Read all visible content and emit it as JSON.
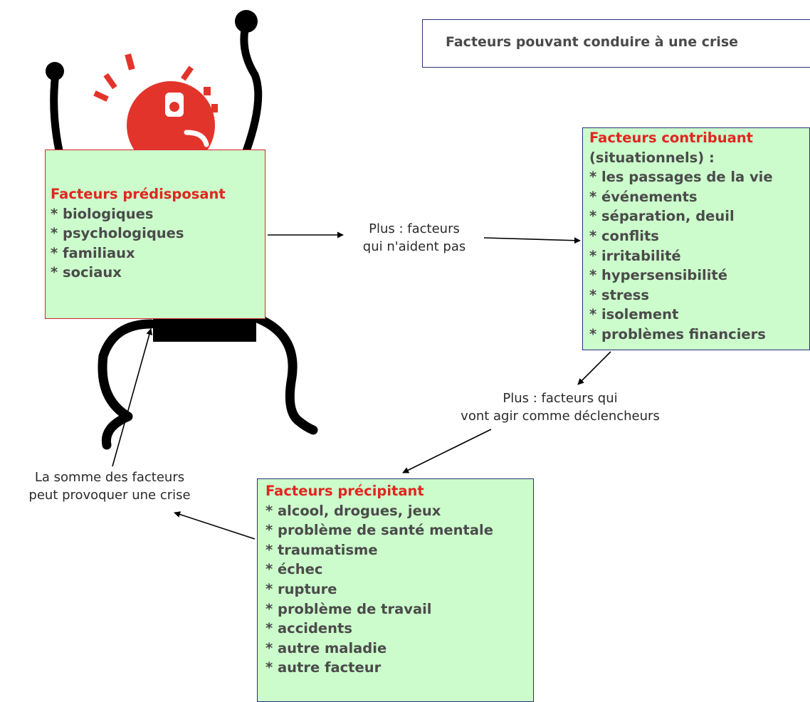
{
  "title": "Facteurs pouvant conduire à une crise",
  "figure": {
    "icon": "stick-figure-in-crisis-icon"
  },
  "predisposing": {
    "title": "Facteurs prédisposant",
    "items": [
      "* biologiques",
      "* psychologiques",
      "* familiaux",
      "* sociaux"
    ]
  },
  "contributing": {
    "title": "Facteurs contribuant",
    "subtitle": "(situationnels) :",
    "items": [
      "* les passages de la vie",
      "* événements",
      "* séparation, deuil",
      "* conflits",
      "* irritabilité",
      "* hypersensibilité",
      "* stress",
      "* isolement",
      "* problèmes financiers"
    ]
  },
  "precipitating": {
    "title": "Facteurs précipitant",
    "items": [
      "* alcool, drogues, jeux",
      "* problème de santé mentale",
      "* traumatisme",
      "* échec",
      "* rupture",
      "* problème de travail",
      "* accidents",
      "* autre maladie",
      "* autre facteur"
    ]
  },
  "notes": {
    "unhelpful": [
      "Plus : facteurs",
      "qui n'aident pas"
    ],
    "triggers": [
      "Plus : facteurs qui",
      "vont agir comme déclencheurs"
    ],
    "sum": [
      "La somme des facteurs",
      "peut provoquer une crise"
    ]
  },
  "colors": {
    "box_fill": "#ccfccc",
    "title_red": "#e0261f",
    "figure_red": "#e3342b",
    "border_blue": "#2b2f7a"
  }
}
